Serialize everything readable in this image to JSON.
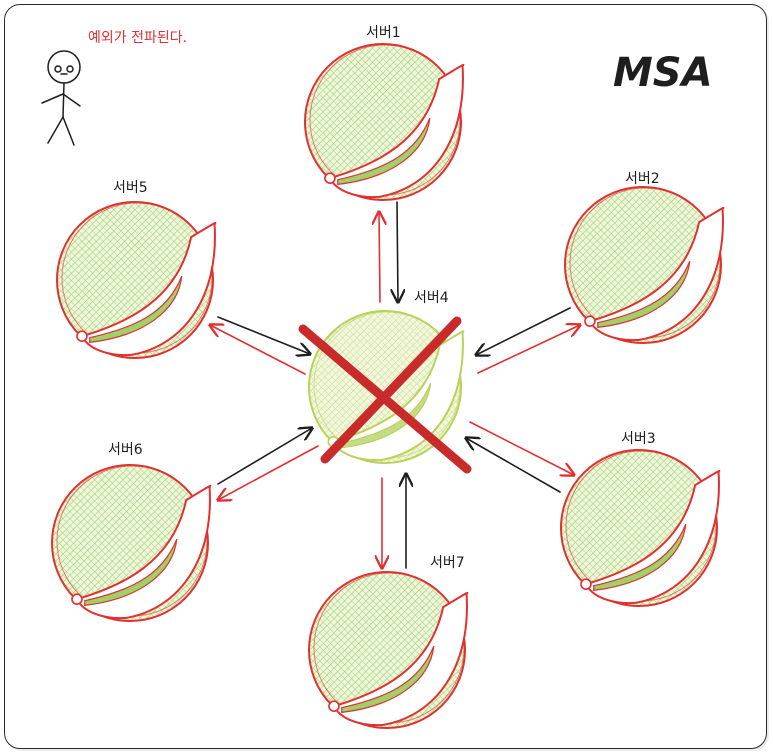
{
  "title": "MSA",
  "note": "예외가 전파된다.",
  "colors": {
    "stroke_red": "#e03131",
    "fill_green": "#b2d97a",
    "failed_green": "#b8d25a",
    "arrow_black": "#1e1e1e",
    "cross_red": "#c92a2a"
  },
  "nodes": [
    {
      "id": "server1",
      "label": "서버1",
      "status": "ok"
    },
    {
      "id": "server2",
      "label": "서버2",
      "status": "ok"
    },
    {
      "id": "server3",
      "label": "서버3",
      "status": "ok"
    },
    {
      "id": "server4",
      "label": "서버4",
      "status": "failed"
    },
    {
      "id": "server5",
      "label": "서버5",
      "status": "ok"
    },
    {
      "id": "server6",
      "label": "서버6",
      "status": "ok"
    },
    {
      "id": "server7",
      "label": "서버7",
      "status": "ok"
    }
  ],
  "edges": [
    {
      "from": "server1",
      "to": "server4"
    },
    {
      "from": "server4",
      "to": "server1"
    },
    {
      "from": "server2",
      "to": "server4"
    },
    {
      "from": "server4",
      "to": "server2"
    },
    {
      "from": "server3",
      "to": "server4"
    },
    {
      "from": "server4",
      "to": "server3"
    },
    {
      "from": "server5",
      "to": "server4"
    },
    {
      "from": "server4",
      "to": "server5"
    },
    {
      "from": "server6",
      "to": "server4"
    },
    {
      "from": "server4",
      "to": "server6"
    },
    {
      "from": "server7",
      "to": "server4"
    },
    {
      "from": "server4",
      "to": "server7"
    }
  ]
}
